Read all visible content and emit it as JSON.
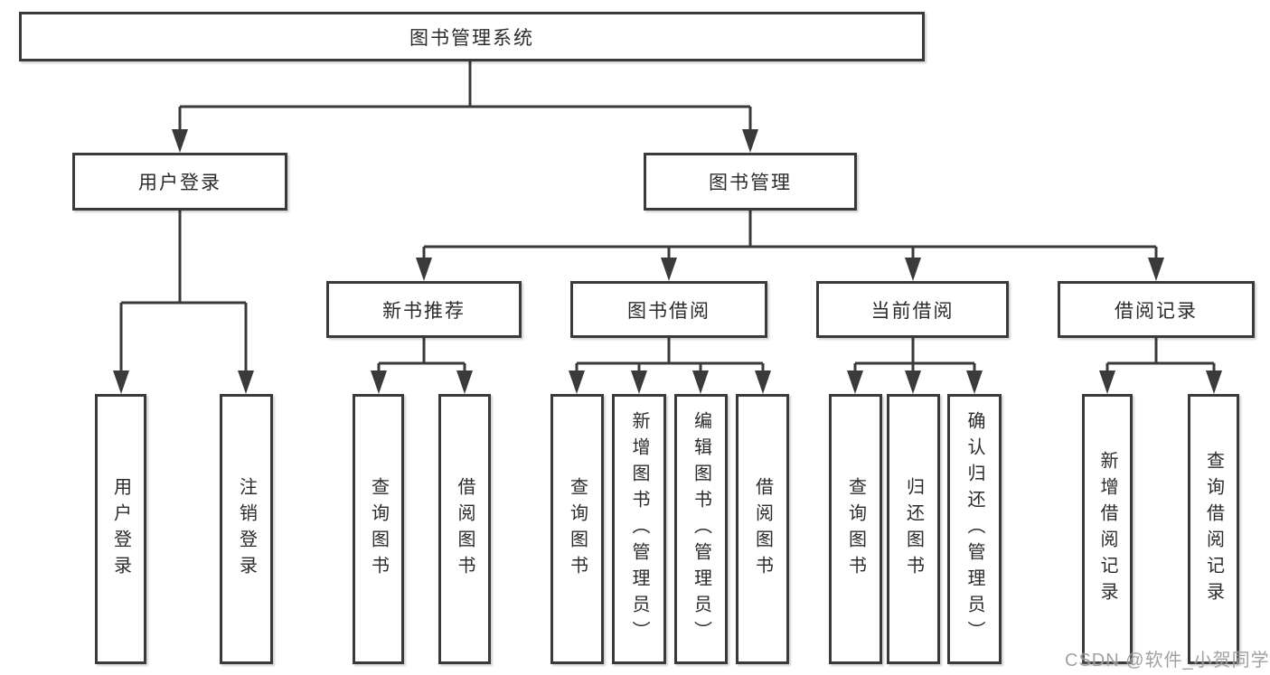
{
  "tree": {
    "root": {
      "label": "图书管理系统"
    },
    "branches": [
      {
        "label": "用户登录",
        "leaves": [
          {
            "label": "用户登录"
          },
          {
            "label": "注销登录"
          }
        ]
      },
      {
        "label": "图书管理",
        "groups": [
          {
            "label": "新书推荐",
            "leaves": [
              {
                "label": "查询图书"
              },
              {
                "label": "借阅图书"
              }
            ]
          },
          {
            "label": "图书借阅",
            "leaves": [
              {
                "label": "查询图书"
              },
              {
                "label": "新增图书（管理员）"
              },
              {
                "label": "编辑图书（管理员）"
              },
              {
                "label": "借阅图书"
              }
            ]
          },
          {
            "label": "当前借阅",
            "leaves": [
              {
                "label": "查询图书"
              },
              {
                "label": "归还图书"
              },
              {
                "label": "确认归还（管理员）"
              }
            ]
          },
          {
            "label": "借阅记录",
            "leaves": [
              {
                "label": "新增借阅记录"
              },
              {
                "label": "查询借阅记录"
              }
            ]
          }
        ]
      }
    ]
  },
  "watermark": {
    "text": "CSDN @软件_小贺同学"
  },
  "colors": {
    "line": "#3a3a3a",
    "box_border": "#3a3a3a",
    "text": "#2b2b2b",
    "watermark": "#949494",
    "background": "#ffffff"
  }
}
